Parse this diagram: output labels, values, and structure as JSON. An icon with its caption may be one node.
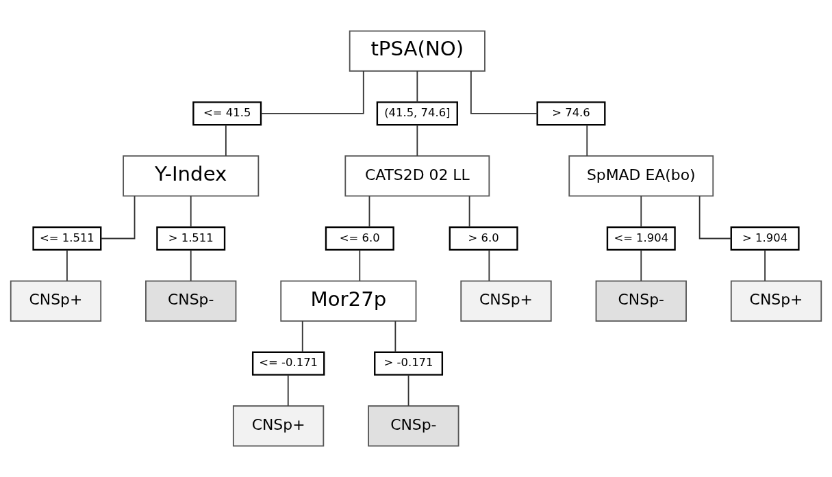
{
  "diagram": {
    "nodes": [
      {
        "text": [
          "tPSA(NO)"
        ]
      },
      {
        "text": [
          "<= 41.5"
        ]
      },
      {
        "text": [
          "(41.5, 74.6]"
        ]
      },
      {
        "text": [
          "> 74.6"
        ]
      },
      {
        "text": [
          "Y-Index"
        ]
      },
      {
        "text": [
          "CATS2D 02 LL"
        ]
      },
      {
        "text": [
          "SpMAD EA(bo)"
        ]
      },
      {
        "text": [
          "<= 1.511"
        ]
      },
      {
        "text": [
          "> 1.511"
        ]
      },
      {
        "text": [
          "<= 6.0"
        ]
      },
      {
        "text": [
          "> 6.0"
        ]
      },
      {
        "text": [
          "<= 1.904"
        ]
      },
      {
        "text": [
          "> 1.904"
        ]
      },
      {
        "text": [
          "CNSp+"
        ]
      },
      {
        "text": [
          "CNSp-"
        ]
      },
      {
        "text": [
          "Mor27p"
        ]
      },
      {
        "text": [
          "CNSp+"
        ]
      },
      {
        "text": [
          "CNSp-"
        ]
      },
      {
        "text": [
          "CNSp+"
        ]
      },
      {
        "text": [
          "<= -0.171"
        ]
      },
      {
        "text": [
          "> -0.171"
        ]
      },
      {
        "text": [
          "CNSp+"
        ]
      },
      {
        "text": [
          "CNSp-"
        ]
      }
    ],
    "edges": [
      {
        "from": 0,
        "to": 1,
        "arrow": "none"
      },
      {
        "from": 0,
        "to": 2,
        "arrow": "none"
      },
      {
        "from": 0,
        "to": 3,
        "arrow": "none"
      },
      {
        "from": 1,
        "to": 4,
        "arrow": "none"
      },
      {
        "from": 2,
        "to": 5,
        "arrow": "none"
      },
      {
        "from": 3,
        "to": 6,
        "arrow": "none"
      },
      {
        "from": 4,
        "to": 7,
        "arrow": "none"
      },
      {
        "from": 4,
        "to": 8,
        "arrow": "none"
      },
      {
        "from": 5,
        "to": 9,
        "arrow": "none"
      },
      {
        "from": 5,
        "to": 10,
        "arrow": "none"
      },
      {
        "from": 6,
        "to": 11,
        "arrow": "none"
      },
      {
        "from": 6,
        "to": 12,
        "arrow": "none"
      },
      {
        "from": 7,
        "to": 13,
        "arrow": "none"
      },
      {
        "from": 8,
        "to": 14,
        "arrow": "none"
      },
      {
        "from": 9,
        "to": 15,
        "arrow": "none"
      },
      {
        "from": 10,
        "to": 16,
        "arrow": "none"
      },
      {
        "from": 11,
        "to": 17,
        "arrow": "none"
      },
      {
        "from": 12,
        "to": 18,
        "arrow": "none"
      },
      {
        "from": 15,
        "to": 19,
        "arrow": "none"
      },
      {
        "from": 15,
        "to": 20,
        "arrow": "none"
      },
      {
        "from": 19,
        "to": 21,
        "arrow": "none"
      },
      {
        "from": 20,
        "to": 22,
        "arrow": "none"
      }
    ]
  }
}
